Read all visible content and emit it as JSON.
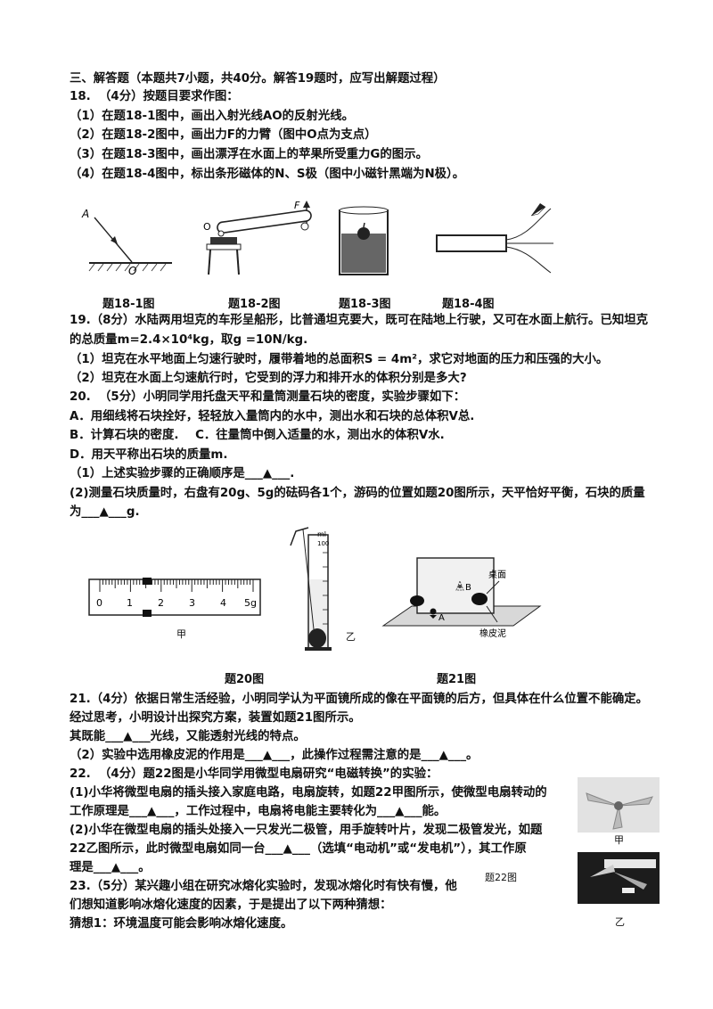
{
  "section_title": "三、解答题（本题共7小题，共40分。解答19题时，应写出解题过程）",
  "q18": {
    "head": "18.  （4分）按题目要求作图：",
    "items": [
      "（1）在题18-1图中，画出入射光线AO的反射光线。",
      "（2）在题18-2图中，画出力F的力臂（图中O点为支点）",
      "（3）在题18-3图中，画出漂浮在水面上的苹果所受重力G的图示。",
      "（4）在题18-4图中，标出条形磁体的N、S极（图中小磁针黑端为N极）。"
    ],
    "fig_labels": {
      "A": "A",
      "O1": "O",
      "O2": "O",
      "F": "F"
    },
    "captions": [
      "题18-1图",
      "题18-2图",
      "题18-3图",
      "题18-4图"
    ]
  },
  "q19": {
    "line1": "19.（8分）水陆两用坦克的车形呈船形，比普通坦克要大，既可在陆地上行驶，又可在水面上航行。已知坦克",
    "line2": "的总质量m=2.4×10⁴kg，取g =10N/kg.",
    "item1": "（1）坦克在水平地面上匀速行驶时，履带着地的总面积S = 4m²，求它对地面的压力和压强的大小。",
    "item2": "（2）坦克在水面上匀速航行时，它受到的浮力和排开水的体积分别是多大?"
  },
  "q20": {
    "head": "20.  （5分）小明同学用托盘天平和量筒测量石块的密度，实验步骤如下：",
    "stepA": "A．用细线将石块拴好，轻轻放入量筒内的水中，测出水和石块的总体积V总.",
    "stepBC": "B．计算石块的密度.    C．往量筒中倒入适量的水，测出水的体积V水.",
    "stepD": "D．用天平称出石块的质量m.",
    "item1": "（1）上述实验步骤的正确顺序是___▲___.",
    "item2a": "(2)测量石块质量时，右盘有20g、5g的砝码各1个，游码的位置如题20图所示，天平恰好平衡，石块的质量",
    "item2b": "为___▲___g.",
    "scale_ticks": [
      "0",
      "1",
      "2",
      "3",
      "4",
      "5g"
    ],
    "label_jia": "甲",
    "label_yi": "乙",
    "cyl_top_label": "ml",
    "cyl_100": "100",
    "caption": "题20图"
  },
  "q21": {
    "fig_desk": "桌面",
    "fig_clay": "橡皮泥",
    "fig_A": "A",
    "fig_B": "B",
    "caption": "题21图",
    "line1": "21.（4分）依据日常生活经验，小明同学认为平面镜所成的像在平面镜的后方，但具体在什么位置不能确定。",
    "line2": "经过思考，小明设计出探究方案，装置如题21图所示。",
    "line3": "其既能___▲___光线，又能透射光线的特点。",
    "item2": "（2）实验中选用橡皮泥的作用是___▲___，此操作过程需注意的是___▲___。"
  },
  "q22": {
    "head": "22.  （4分）题22图是小华同学用微型电扇研究“电磁转换”的实验：",
    "item1a": "(1)小华将微型电扇的插头接入家庭电路，电扇旋转，如题22甲图所示，使微型电扇转动的",
    "item1b": "工作原理是___▲___，工作过程中，电扇将电能主要转化为___▲___能。",
    "item2a": "(2)小华在微型电扇的插头处接入一只发光二极管，用手旋转叶片，发现二极管发光，如题",
    "item2b": "22乙图所示，此时微型电扇如同一台___▲___（选填“电动机”或“发电机”），其工作原",
    "item2c": "理是___▲___。",
    "label_jia": "甲",
    "label_yi": "乙",
    "caption": "题22图"
  },
  "q23": {
    "line1": "23.（5分）某兴趣小组在研究冰熔化实验时，发现冰熔化时有快有慢，他",
    "line2": "们想知道影响冰熔化速度的因素，于是提出了以下两种猜想：",
    "guess1": "猜想1：环境温度可能会影响冰熔化速度。"
  }
}
